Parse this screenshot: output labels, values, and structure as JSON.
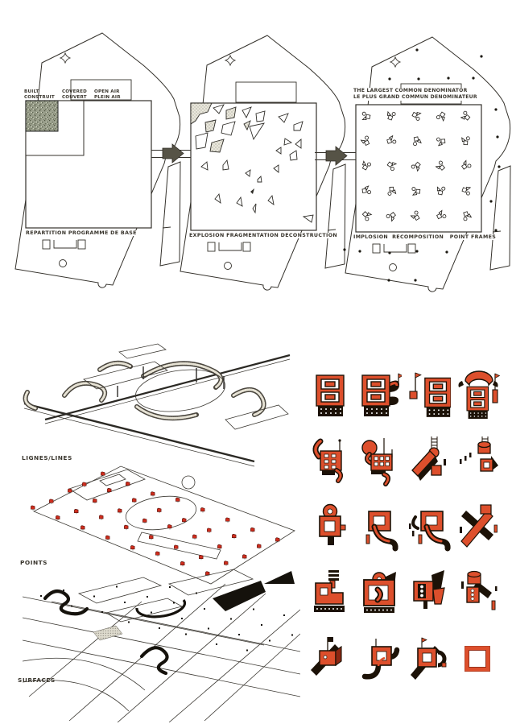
{
  "colors": {
    "red": "#dd4f2c",
    "red_dark": "#8c2712",
    "ink": "#38342c",
    "black": "#15120c",
    "arrow": "#565346"
  },
  "sequence": {
    "diagrams": [
      {
        "id": "repartition",
        "legend": [
          {
            "l1": "BUILT",
            "l2": "CONSTRUIT"
          },
          {
            "l1": "COVERED",
            "l2": "COUVERT"
          },
          {
            "l1": "OPEN AIR",
            "l2": "PLEIN AIR"
          }
        ],
        "caption": "REPARTITION PROGRAMME DE BASE"
      },
      {
        "id": "explosion",
        "caption": "EXPLOSION FRAGMENTATION DECONSTRUCTION"
      },
      {
        "id": "implosion",
        "title_l1": "THE LARGEST COMMON DENOMINATOR",
        "title_l2": "LE PLUS GRAND COMMUN DENOMINATEUR",
        "caption": "IMPLOSION  RECOMPOSITION   POINT FRAMES"
      }
    ]
  },
  "axonometric": {
    "layers": [
      {
        "label": "LIGNES/LINES"
      },
      {
        "label": "POINTS"
      },
      {
        "label": "SURFACES"
      }
    ]
  },
  "follies": {
    "items": [
      {
        "name": "folly-r1c1",
        "sym": "#f-stack"
      },
      {
        "name": "folly-r1c2",
        "sym": "#f-stack-wing"
      },
      {
        "name": "folly-r1c3",
        "sym": "#f-stack-flag"
      },
      {
        "name": "folly-r1c4",
        "sym": "#f-stack-arc"
      },
      {
        "name": "folly-r2c1",
        "sym": "#f-machine"
      },
      {
        "name": "folly-r2c2",
        "sym": "#f-machine-circle"
      },
      {
        "name": "folly-r2c3",
        "sym": "#f-ramp"
      },
      {
        "name": "folly-r2c4",
        "sym": "#f-cylinder-dots"
      },
      {
        "name": "folly-r3c1",
        "sym": "#f-keyhole"
      },
      {
        "name": "folly-r3c2",
        "sym": "#f-curl"
      },
      {
        "name": "folly-r3c3",
        "sym": "#f-curl2"
      },
      {
        "name": "folly-r3c4",
        "sym": "#f-xbar"
      },
      {
        "name": "folly-r4c1",
        "sym": "#f-lblock"
      },
      {
        "name": "folly-r4c2",
        "sym": "#f-plaza"
      },
      {
        "name": "folly-r4c3",
        "sym": "#f-gate"
      },
      {
        "name": "folly-r4c4",
        "sym": "#f-tower"
      },
      {
        "name": "folly-r5c1",
        "sym": "#f-flagbox"
      },
      {
        "name": "folly-r5c2",
        "sym": "#f-scurve"
      },
      {
        "name": "folly-r5c3",
        "sym": "#f-hookbar"
      },
      {
        "name": "folly-r5c4",
        "sym": "#f-square"
      }
    ]
  }
}
